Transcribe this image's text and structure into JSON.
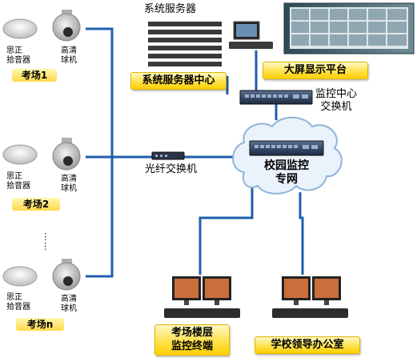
{
  "labels": {
    "server": "系统服务器",
    "server_center": "系统服务器中心",
    "big_screen": "大屏显示平台",
    "control_switch_line1": "监控中心",
    "control_switch_line2": "交换机",
    "fiber_switch": "光纤交换机",
    "campus_net_line1": "校园监控",
    "campus_net_line2": "专网",
    "floor_terminal_line1": "考场楼层",
    "floor_terminal_line2": "监控终端",
    "leader_office": "学校领导办公室"
  },
  "rooms": [
    {
      "name": "考场1",
      "mic_line1": "思正",
      "mic_line2": "拾音器",
      "cam_line1": "高清",
      "cam_line2": "球机"
    },
    {
      "name": "考场2",
      "mic_line1": "思正",
      "mic_line2": "拾音器",
      "cam_line1": "高清",
      "cam_line2": "球机"
    },
    {
      "name": "考场n",
      "mic_line1": "思正",
      "mic_line2": "拾音器",
      "cam_line1": "高清",
      "cam_line2": "球机"
    }
  ],
  "ellipsis": "……",
  "colors": {
    "link": "#1f5fae",
    "label_box": "#ffd84a",
    "cloud": "#eaf2fb"
  }
}
